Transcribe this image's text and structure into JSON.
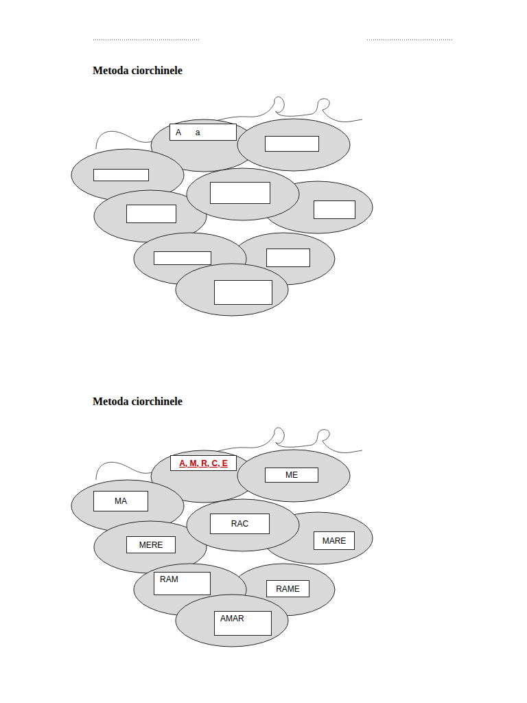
{
  "diagram": {
    "title": "Metoda ciorchinele",
    "nodes": [
      {
        "text": [
          "A a"
        ]
      },
      {
        "text": [
          "A, M, R, C, E"
        ]
      },
      {
        "text": [
          "ME"
        ]
      },
      {
        "text": [
          "MA"
        ]
      },
      {
        "text": [
          "RAC"
        ]
      },
      {
        "text": [
          "MARE"
        ]
      },
      {
        "text": [
          "MERE"
        ]
      },
      {
        "text": [
          "RAM"
        ]
      },
      {
        "text": [
          "RAME"
        ]
      },
      {
        "text": [
          "AMAR"
        ]
      }
    ],
    "labels": [
      "Metoda ciorchinele"
    ]
  }
}
